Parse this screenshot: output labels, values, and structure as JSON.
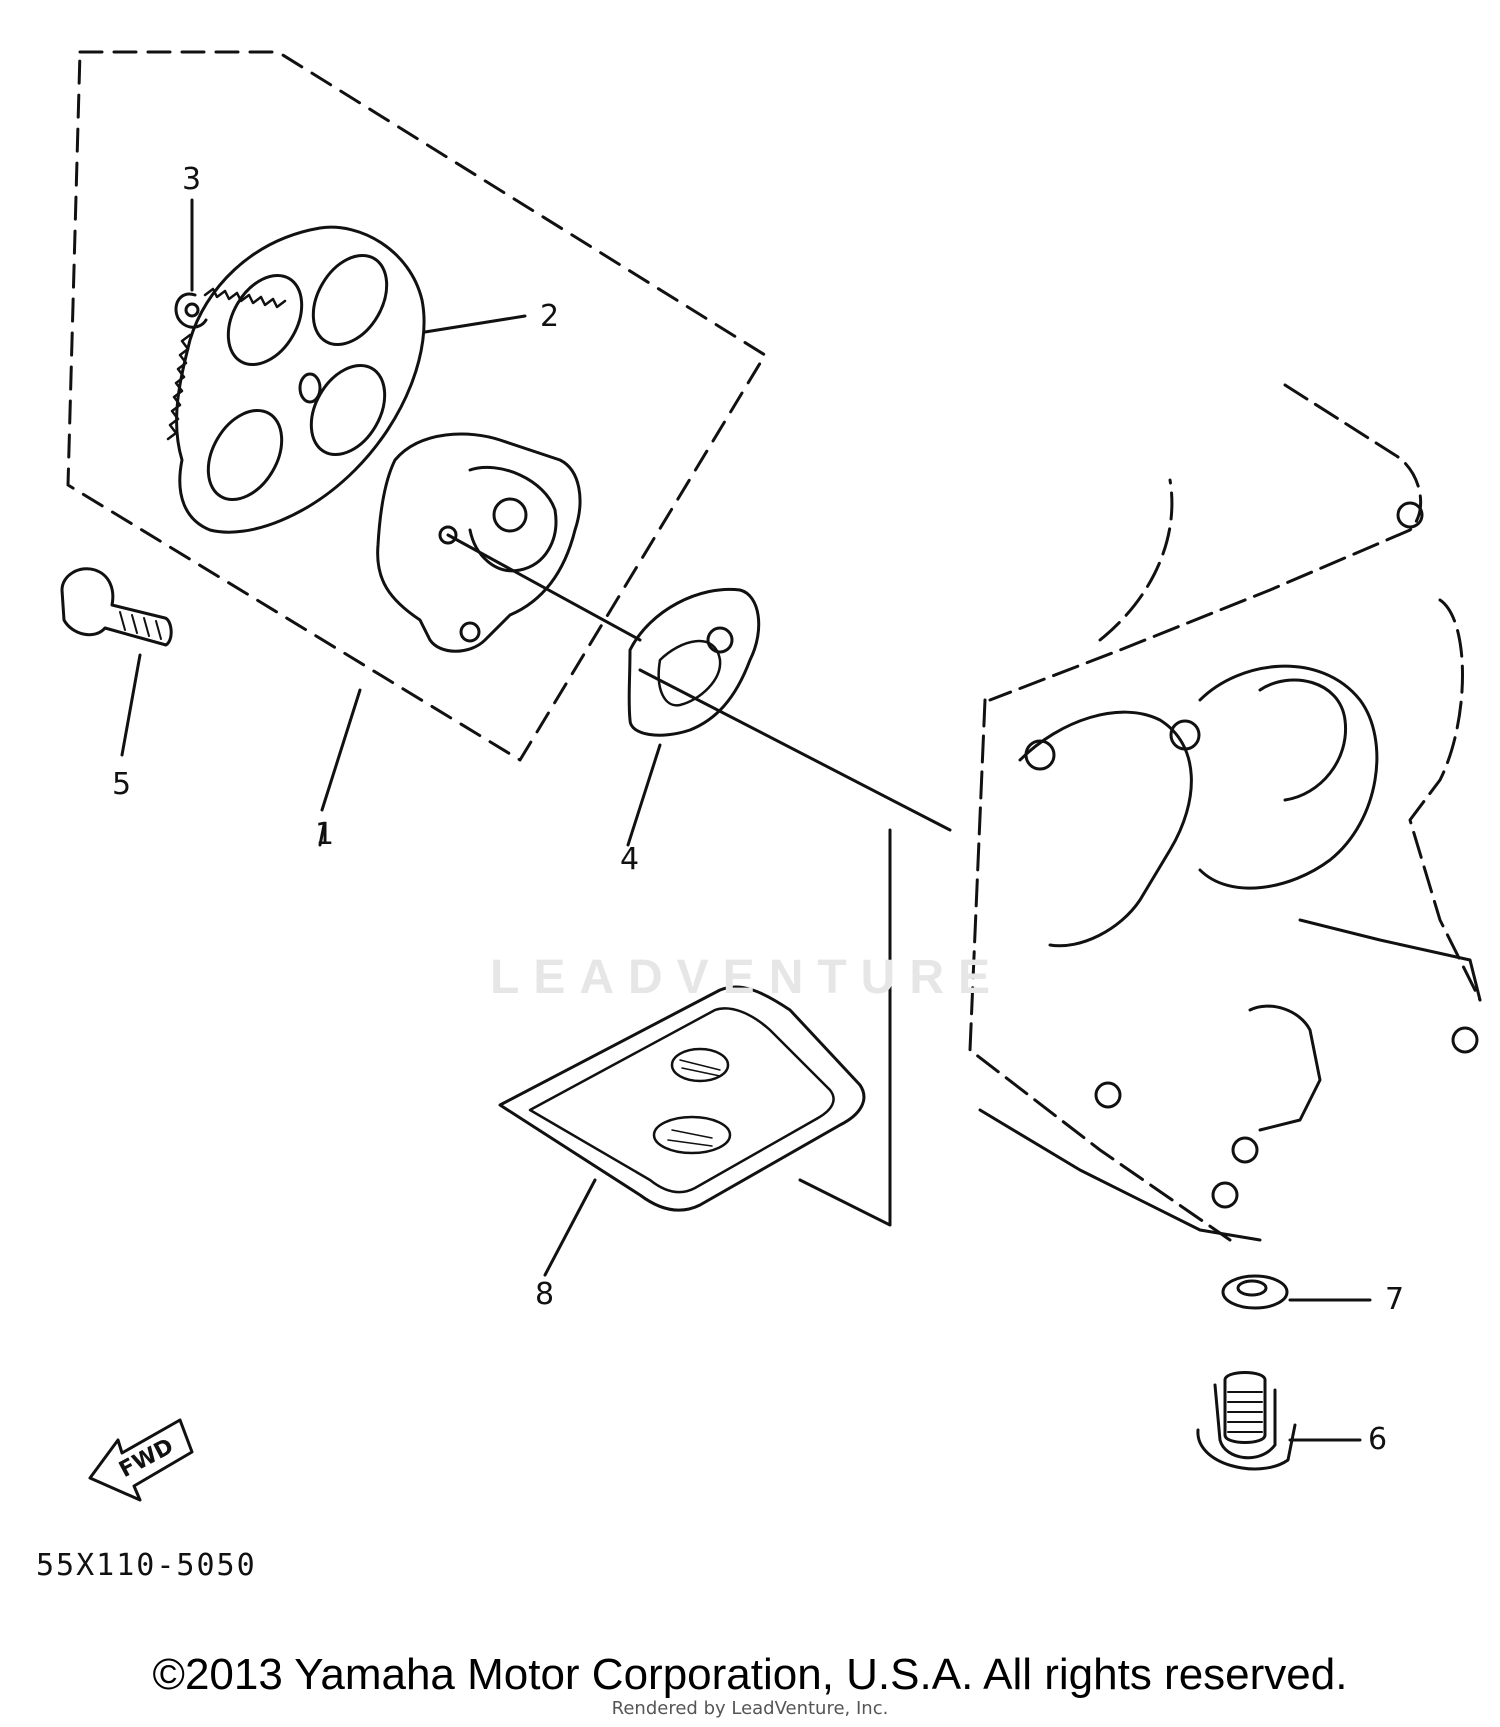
{
  "diagram": {
    "callouts": [
      "1",
      "2",
      "3",
      "4",
      "5",
      "6",
      "7",
      "8"
    ],
    "direction_label": "FWD",
    "part_code": "55X110-5050",
    "watermark": "LEADVENTURE"
  },
  "footer": {
    "copyright": "©2013 Yamaha Motor Corporation, U.S.A. All rights reserved.",
    "rendered_by": "Rendered by LeadVenture, Inc."
  }
}
